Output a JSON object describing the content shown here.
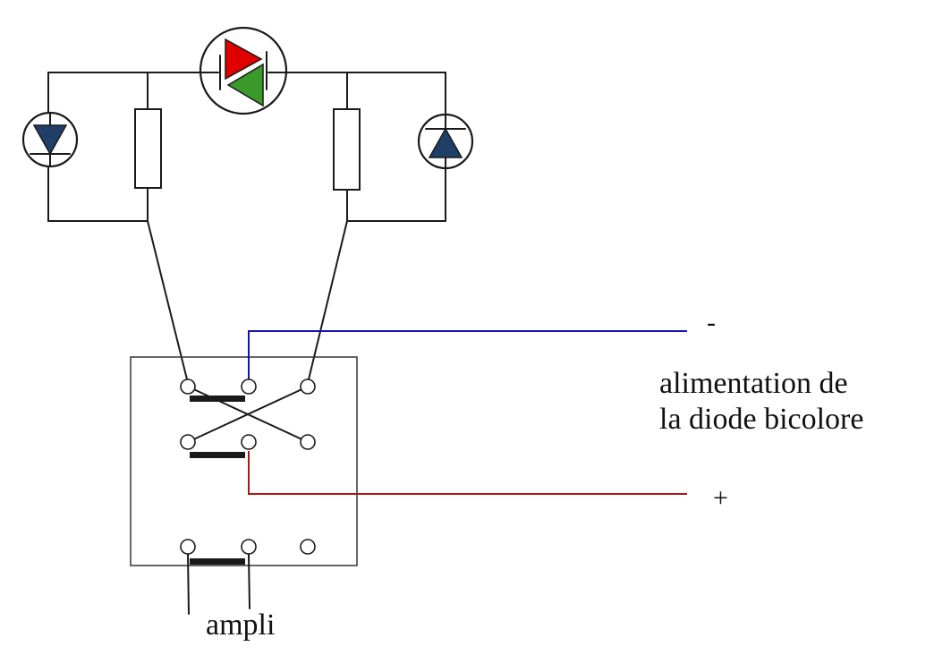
{
  "labels": {
    "minus": "-",
    "plus": "+",
    "supply_line1": "alimentation de",
    "supply_line2": "la diode bicolore",
    "ampli": "ampli"
  },
  "colors": {
    "wire": "#1a1a1a",
    "negative_wire": "#1414b4",
    "positive_wire": "#b01414",
    "led_red": "#e00000",
    "led_green": "#3a9a2a",
    "diode_blue": "#1f3f66"
  }
}
